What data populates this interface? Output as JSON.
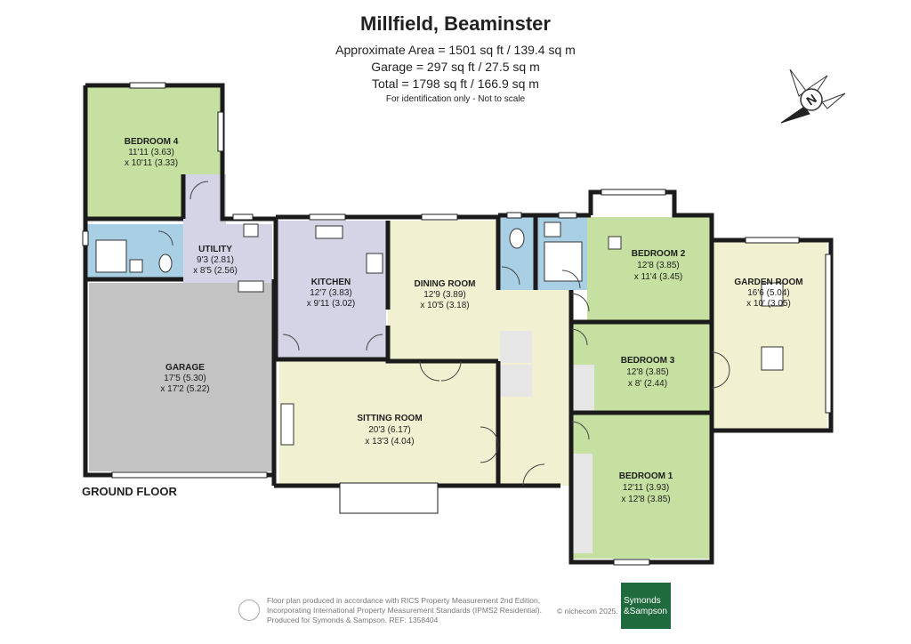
{
  "header": {
    "title": "Millfield, Beaminster",
    "area_line": "Approximate Area = 1501 sq ft / 139.4 sq m",
    "garage_line": "Garage = 297 sq ft / 27.5 sq m",
    "total_line": "Total = 1798 sq ft / 166.9 sq m",
    "note": "For identification only - Not to scale"
  },
  "rooms": {
    "bedroom4": {
      "name": "BEDROOM 4",
      "dim1": "11'11 (3.63)",
      "dim2": "x 10'11 (3.33)"
    },
    "utility": {
      "name": "UTILITY",
      "dim1": "9'3 (2.81)",
      "dim2": "x 8'5 (2.56)"
    },
    "kitchen": {
      "name": "KITCHEN",
      "dim1": "12'7 (3.83)",
      "dim2": "x 9'11 (3.02)"
    },
    "dining": {
      "name": "DINING ROOM",
      "dim1": "12'9 (3.89)",
      "dim2": "x 10'5 (3.18)"
    },
    "bedroom2": {
      "name": "BEDROOM 2",
      "dim1": "12'8 (3.85)",
      "dim2": "x 11'4 (3.45)"
    },
    "garden": {
      "name": "GARDEN ROOM",
      "dim1": "16'6 (5.04)",
      "dim2": "x 10' (3.05)"
    },
    "bedroom3": {
      "name": "BEDROOM 3",
      "dim1": "12'8 (3.85)",
      "dim2": "x 8' (2.44)"
    },
    "garage": {
      "name": "GARAGE",
      "dim1": "17'5 (5.30)",
      "dim2": "x 17'2 (5.22)"
    },
    "sitting": {
      "name": "SITTING ROOM",
      "dim1": "20'3 (6.17)",
      "dim2": "x 13'3 (4.04)"
    },
    "bedroom1": {
      "name": "BEDROOM 1",
      "dim1": "12'11 (3.93)",
      "dim2": "x 12'8 (3.85)"
    }
  },
  "floor_label": "GROUND FLOOR",
  "compass": {
    "letter": "N"
  },
  "footer": {
    "line1": "Floor plan produced in accordance with RICS Property Measurement 2nd Edition,",
    "line2": "Incorporating International Property Measurement Standards (IPMS2 Residential).",
    "line3": "Produced for Symonds & Sampson.    REF:  1358404",
    "credit": "© nichecom 2025.",
    "logo_line1": "Symonds",
    "logo_line2": "&Sampson"
  },
  "colors": {
    "bedroom": "#c5e0a0",
    "living": "#f1f1d2",
    "kitchen": "#d4d4e6",
    "garage": "#c3c3c3",
    "bathroom": "#a8cfe4",
    "hall": "#f1f1d2",
    "wall": "#1b1b1b",
    "logo": "#1f6b3e"
  }
}
